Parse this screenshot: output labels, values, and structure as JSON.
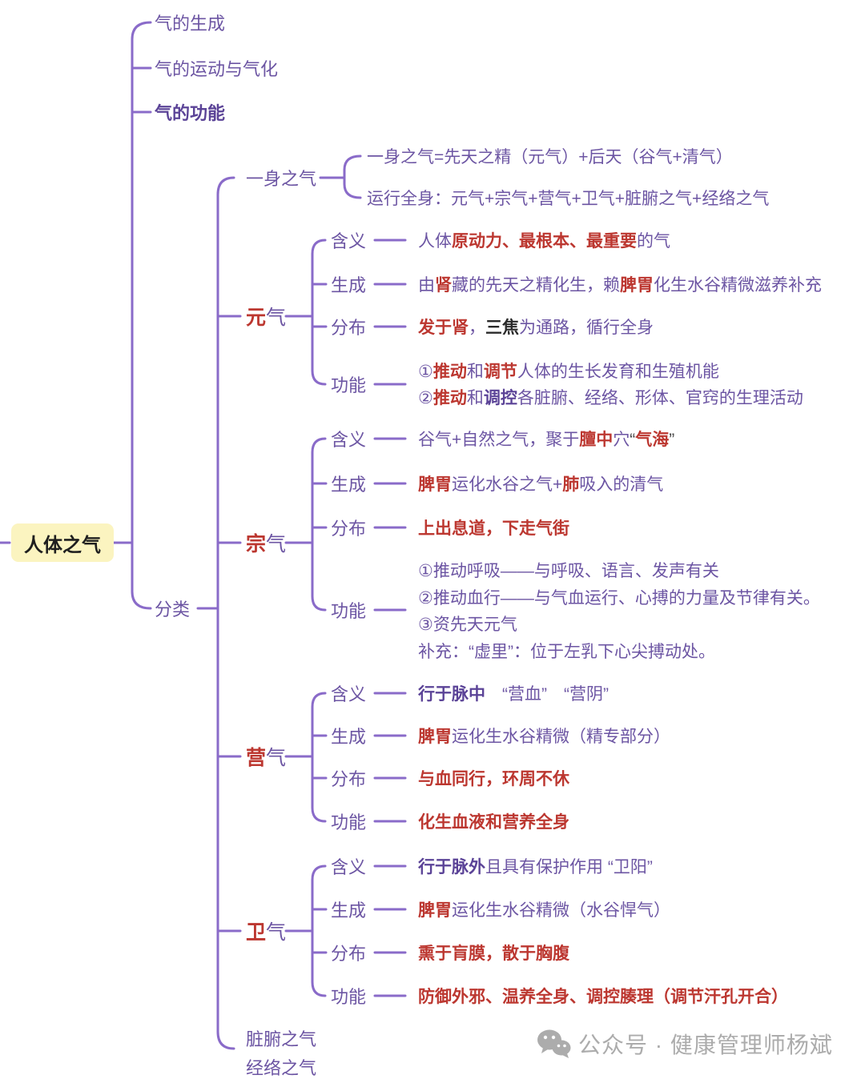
{
  "palette": {
    "line_purple": "#8A6BC9",
    "text_purple": "#6C55A3",
    "accent_red": "#BC3730",
    "root_bg_yellow": "#FBF4C0",
    "watermark_gray": "#ACACAC"
  },
  "root": {
    "label": "人体之气"
  },
  "top_branches": [
    {
      "label": "气的生成"
    },
    {
      "label": "气的运动与气化"
    },
    {
      "label": "气的功能"
    }
  ],
  "fenlei": {
    "label": "分类"
  },
  "yishen": {
    "label": "一身之气",
    "lines": [
      [
        {
          "t": "一身之气=先天之精（元气）+后天（谷气+清气）",
          "c": "p"
        }
      ],
      [
        {
          "t": "运行全身：元气+宗气+营气+卫气+脏腑之气+经络之气",
          "c": "p"
        }
      ]
    ]
  },
  "branches": [
    {
      "name": "元气",
      "label_red": "元",
      "label_rest": "气",
      "rows": [
        {
          "label": "含义",
          "lines": [
            [
              {
                "t": "人体",
                "c": "p"
              },
              {
                "t": "原动力、最根本、最重要",
                "c": "r"
              },
              {
                "t": "的气",
                "c": "p"
              }
            ]
          ]
        },
        {
          "label": "生成",
          "lines": [
            [
              {
                "t": "由",
                "c": "p"
              },
              {
                "t": "肾",
                "c": "r"
              },
              {
                "t": "藏的先天之精化生，赖",
                "c": "p"
              },
              {
                "t": "脾胃",
                "c": "r"
              },
              {
                "t": "化生水谷精微滋养补充",
                "c": "p"
              }
            ]
          ]
        },
        {
          "label": "分布",
          "lines": [
            [
              {
                "t": "发于肾",
                "c": "r"
              },
              {
                "t": "，",
                "c": "p"
              },
              {
                "t": "三焦",
                "c": "b"
              },
              {
                "t": "为通路，循行全身",
                "c": "p"
              }
            ]
          ]
        },
        {
          "label": "功能",
          "lines": [
            [
              {
                "t": "①",
                "c": "p"
              },
              {
                "t": "推动",
                "c": "r"
              },
              {
                "t": "和",
                "c": "p"
              },
              {
                "t": "调节",
                "c": "r"
              },
              {
                "t": "人体的生长发育和生殖机能",
                "c": "p"
              }
            ],
            [
              {
                "t": "②",
                "c": "p"
              },
              {
                "t": "推动",
                "c": "r"
              },
              {
                "t": "和",
                "c": "p"
              },
              {
                "t": "调控",
                "c": "pb"
              },
              {
                "t": "各脏腑、经络、形体、官窍的生理活动",
                "c": "p"
              }
            ]
          ]
        }
      ]
    },
    {
      "name": "宗气",
      "label_red": "宗",
      "label_rest": "气",
      "rows": [
        {
          "label": "含义",
          "lines": [
            [
              {
                "t": "谷气+自然之气，聚于",
                "c": "p"
              },
              {
                "t": "膻中",
                "c": "r"
              },
              {
                "t": "穴",
                "c": "p"
              },
              {
                "t": "“",
                "c": "k"
              },
              {
                "t": "气海",
                "c": "r"
              },
              {
                "t": "”",
                "c": "k"
              }
            ]
          ]
        },
        {
          "label": "生成",
          "lines": [
            [
              {
                "t": "脾胃",
                "c": "r"
              },
              {
                "t": "运化水谷之气+",
                "c": "p"
              },
              {
                "t": "肺",
                "c": "r"
              },
              {
                "t": "吸入的清气",
                "c": "p"
              }
            ]
          ]
        },
        {
          "label": "分布",
          "lines": [
            [
              {
                "t": "上出息道，下走气街",
                "c": "r"
              }
            ]
          ]
        },
        {
          "label": "功能",
          "lines": [
            [
              {
                "t": "①推动呼吸——与呼吸、语言、发声有关",
                "c": "p"
              }
            ],
            [
              {
                "t": "②推动血行——与气血运行、心搏的力量及节律有关。",
                "c": "p"
              }
            ],
            [
              {
                "t": "③资先天元气",
                "c": "p"
              }
            ],
            [
              {
                "t": "补充：“虚里”：位于左乳下心尖搏动处。",
                "c": "p"
              }
            ]
          ]
        }
      ]
    },
    {
      "name": "营气",
      "label_red": "营",
      "label_rest": "气",
      "rows": [
        {
          "label": "含义",
          "lines": [
            [
              {
                "t": "行于脉中",
                "c": "pb"
              },
              {
                "t": "　“营血”　“营阴”",
                "c": "p"
              }
            ]
          ]
        },
        {
          "label": "生成",
          "lines": [
            [
              {
                "t": "脾胃",
                "c": "r"
              },
              {
                "t": "运化生水谷精微（精专部分）",
                "c": "p"
              }
            ]
          ]
        },
        {
          "label": "分布",
          "lines": [
            [
              {
                "t": "与血同行，环周不休",
                "c": "r"
              }
            ]
          ]
        },
        {
          "label": "功能",
          "lines": [
            [
              {
                "t": "化生血液和营养全身",
                "c": "r"
              }
            ]
          ]
        }
      ]
    },
    {
      "name": "卫气",
      "label_red": "卫",
      "label_rest": "气",
      "rows": [
        {
          "label": "含义",
          "lines": [
            [
              {
                "t": "行于脉外",
                "c": "pb"
              },
              {
                "t": "且具有保护作用 “卫阳”",
                "c": "p"
              }
            ]
          ]
        },
        {
          "label": "生成",
          "lines": [
            [
              {
                "t": "脾胃",
                "c": "r"
              },
              {
                "t": "运化生水谷精微（水谷悍气）",
                "c": "p"
              }
            ]
          ]
        },
        {
          "label": "分布",
          "lines": [
            [
              {
                "t": "熏于肓膜，散于胸腹",
                "c": "r"
              }
            ]
          ]
        },
        {
          "label": "功能",
          "lines": [
            [
              {
                "t": "防御外邪、温养全身、调控腠理（调节汗孔开合）",
                "c": "r"
              }
            ]
          ]
        }
      ]
    }
  ],
  "bottom_items": [
    {
      "label": "脏腑之气"
    },
    {
      "label": "经络之气"
    }
  ],
  "watermark": {
    "icon": "wechat-icon",
    "text": "公众号 · 健康管理师杨斌"
  }
}
